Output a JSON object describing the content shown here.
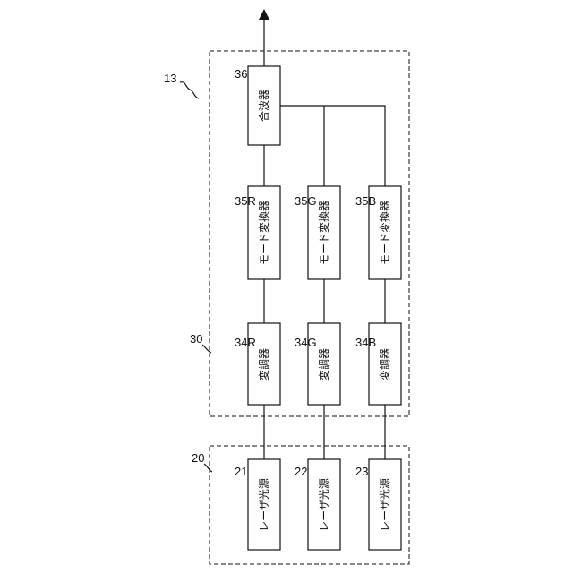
{
  "device_label": "13",
  "group_upper_label": "30",
  "group_lower_label": "20",
  "combiner": {
    "ref": "36",
    "text": "合波器"
  },
  "mode_converters": [
    {
      "ref": "35R",
      "text": "モード変換器"
    },
    {
      "ref": "35G",
      "text": "モード変換器"
    },
    {
      "ref": "35B",
      "text": "モード変換器"
    }
  ],
  "modulators": [
    {
      "ref": "34R",
      "text": "変調器"
    },
    {
      "ref": "34G",
      "text": "変調器"
    },
    {
      "ref": "34B",
      "text": "変調器"
    }
  ],
  "lasers": [
    {
      "ref": "21",
      "text": "レーザ光源"
    },
    {
      "ref": "22",
      "text": "レーザ光源"
    },
    {
      "ref": "23",
      "text": "レーザ光源"
    }
  ]
}
